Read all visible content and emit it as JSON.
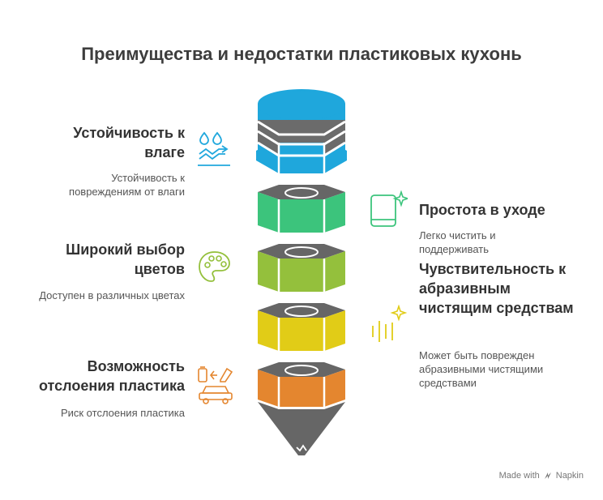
{
  "title": "Преимущества и недостатки пластиковых кухонь",
  "items": [
    {
      "heading": "Устойчивость к влаге",
      "description": "Устойчивость к повреждениям от влаги",
      "icon": "water-resistance-icon",
      "color": "#21a8dd"
    },
    {
      "heading": "Простота в уходе",
      "description": "Легко чистить и поддерживать",
      "icon": "easy-care-icon",
      "color": "#3cc47c"
    },
    {
      "heading": "Широкий выбор цветов",
      "description": "Доступен в различных цветах",
      "icon": "palette-icon",
      "color": "#94c03c"
    },
    {
      "heading": "Чувствительность к абразивным чистящим средствам",
      "description": "Может быть поврежден абразивными чистящими средствами",
      "icon": "sparkle-scratch-icon",
      "color": "#e1cc17"
    },
    {
      "heading": "Возможность отслоения пластика",
      "description": "Риск отслоения пластика",
      "icon": "peeling-icon",
      "color": "#e4862f"
    }
  ],
  "footer": {
    "text": "Made with",
    "brand": "Napkin"
  }
}
